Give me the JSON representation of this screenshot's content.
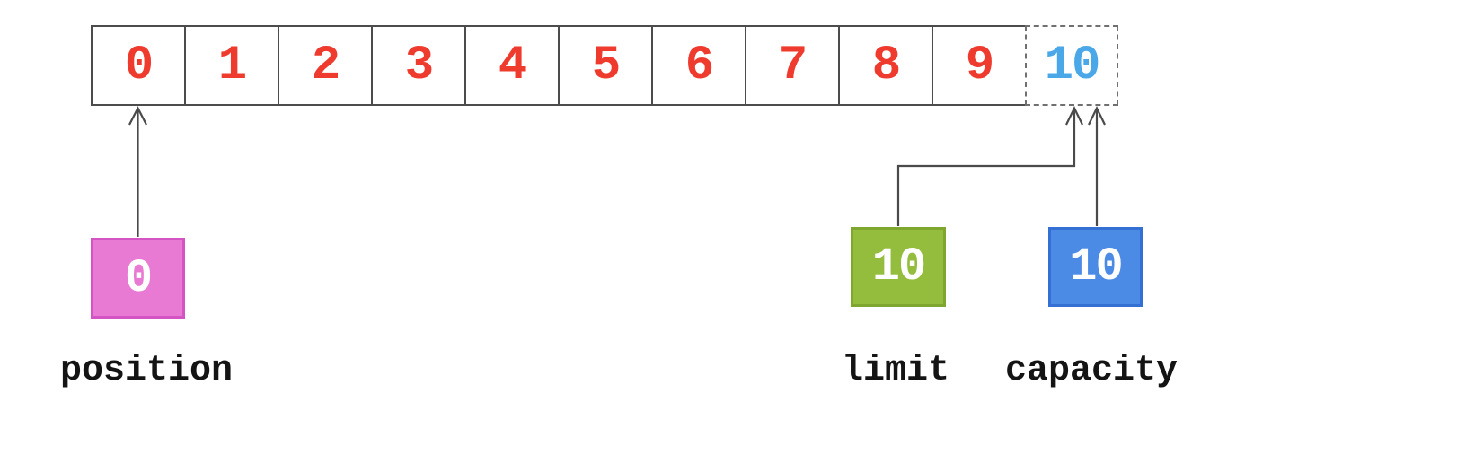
{
  "diagram": {
    "kind": "buffer-array-pointer-diagram",
    "array": {
      "cells": [
        {
          "label": "0",
          "dashed": false
        },
        {
          "label": "1",
          "dashed": false
        },
        {
          "label": "2",
          "dashed": false
        },
        {
          "label": "3",
          "dashed": false
        },
        {
          "label": "4",
          "dashed": false
        },
        {
          "label": "5",
          "dashed": false
        },
        {
          "label": "6",
          "dashed": false
        },
        {
          "label": "7",
          "dashed": false
        },
        {
          "label": "8",
          "dashed": false
        },
        {
          "label": "9",
          "dashed": false
        },
        {
          "label": "10",
          "dashed": true
        }
      ]
    },
    "pointers": {
      "position": {
        "value": "0",
        "label": "position",
        "points_to_cell": "0"
      },
      "limit": {
        "value": "10",
        "label": "limit",
        "points_to_cell": "10"
      },
      "capacity": {
        "value": "10",
        "label": "capacity",
        "points_to_cell": "10"
      }
    },
    "colors": {
      "cell_border": "#4c4c4c",
      "cell_value_text": "#ee3b2e",
      "overflow_cell_border": "#707070",
      "overflow_cell_value_text": "#4aa8e8",
      "position_box_fill": "#e87ad3",
      "position_box_border": "#d454c4",
      "limit_box_fill": "#94bd3e",
      "limit_box_border": "#7fa72f",
      "capacity_box_fill": "#4b8be6",
      "capacity_box_border": "#3470d4",
      "box_value_text": "#ffffff",
      "arrow_stroke": "#4a4a4a",
      "label_text": "#141414",
      "background": "#ffffff"
    }
  }
}
